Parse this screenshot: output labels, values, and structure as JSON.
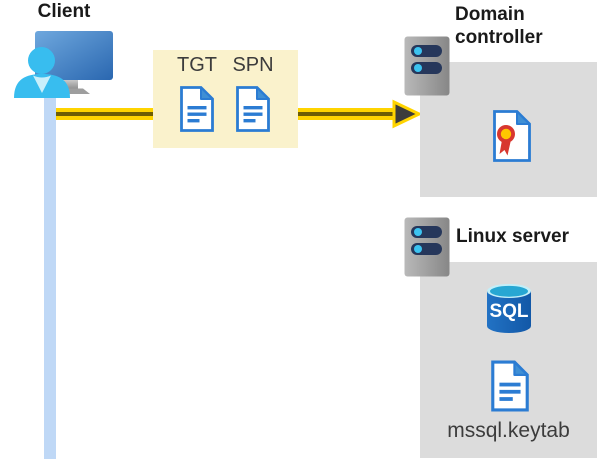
{
  "client": {
    "label": "Client"
  },
  "tokens": {
    "tgt": "TGT",
    "spn": "SPN"
  },
  "domain_controller": {
    "label": "Domain controller"
  },
  "linux_server": {
    "label": "Linux server",
    "sql": "SQL",
    "keytab": "mssql.keytab"
  },
  "icons": {
    "client": "user-at-monitor-icon",
    "client_line": "client-connection-line",
    "arrow": "request-arrow",
    "tgt": "document-icon",
    "spn": "document-icon",
    "domain_controller": "server-tower-icon",
    "certificate": "certificate-icon",
    "linux_server": "server-tower-icon",
    "sql": "sql-database-icon",
    "keytab": "document-icon"
  },
  "colors": {
    "arrow_yellow": "#ffd400",
    "arrow_core": "#6e5e04",
    "arrowhead_dark": "#3c3c3c",
    "token_box_bg": "#faf2cc",
    "panel_gray": "#dcdcdc",
    "doc_blue": "#2b7cd3",
    "doc_fold_blue": "#3f8fd4",
    "client_line_blue": "#bfd8f6",
    "person_cyan": "#38bdef",
    "slot_navy": "#26375b",
    "slot_dot_cyan": "#3cc3f0",
    "cert_red": "#d8372f",
    "cert_gold": "#ffc600",
    "heading_text": "#1a1a1a",
    "label_text": "#3c3c3c"
  }
}
